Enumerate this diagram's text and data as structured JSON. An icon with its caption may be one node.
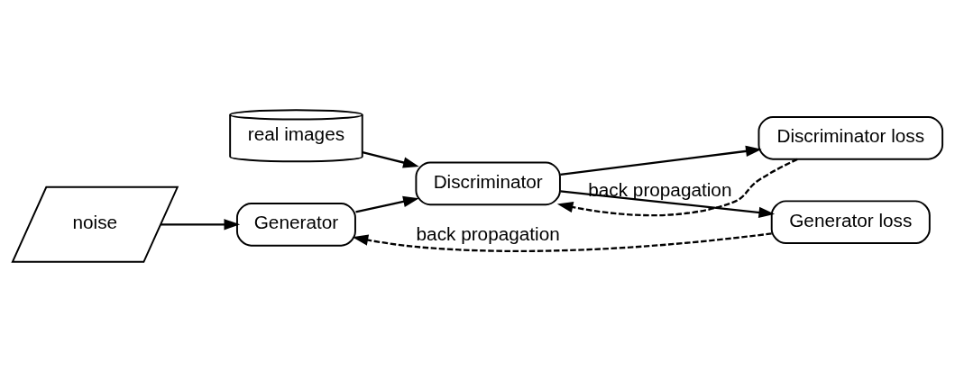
{
  "diagram": {
    "nodes": [
      {
        "text": [
          "real images"
        ]
      },
      {
        "text": [
          "noise"
        ]
      },
      {
        "text": [
          "Generator"
        ]
      },
      {
        "text": [
          "Discriminator"
        ]
      },
      {
        "text": [
          "Discriminator loss"
        ]
      },
      {
        "text": [
          "Generator loss"
        ]
      }
    ],
    "edges": [
      {
        "from": 1,
        "to": 2,
        "arrow": "to"
      },
      {
        "from": 0,
        "to": 3,
        "arrow": "to"
      },
      {
        "from": 2,
        "to": 3,
        "arrow": "to"
      },
      {
        "from": 3,
        "to": 4,
        "arrow": "to"
      },
      {
        "from": 3,
        "to": 5,
        "arrow": "to"
      },
      {
        "from": 4,
        "to": 3,
        "arrow": "to",
        "style": "dashed",
        "label": "back propagation"
      },
      {
        "from": 5,
        "to": 2,
        "arrow": "to",
        "style": "dashed",
        "label": "back propagation"
      }
    ]
  }
}
